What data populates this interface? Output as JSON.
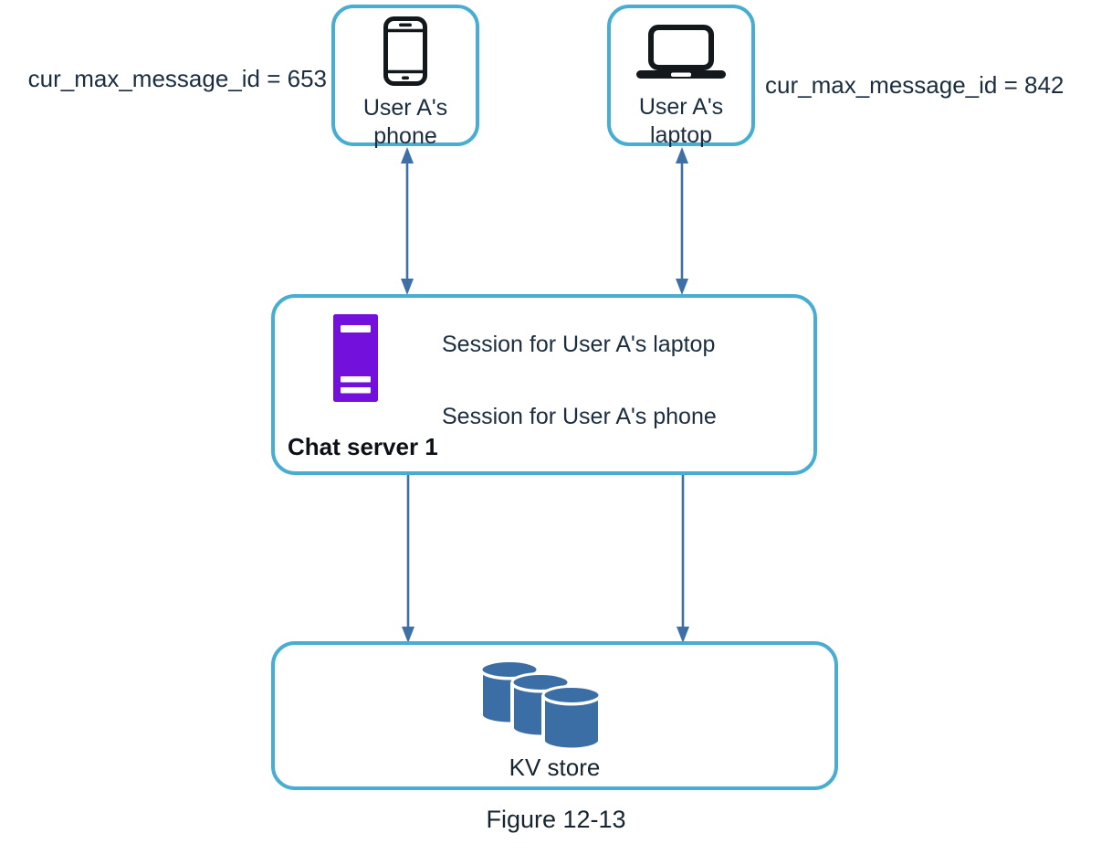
{
  "colors": {
    "box_border": "#48add2",
    "arrow": "#3e70a8",
    "server_icon": "#7410dc",
    "database_icon": "#3a6ea4",
    "text": "#1b2d3f",
    "device_icon": "#13181d"
  },
  "diagram": {
    "annotations": {
      "phone": "cur_max_message_id = 653",
      "laptop": "cur_max_message_id = 842"
    },
    "nodes": {
      "phone": {
        "label": "User A's phone"
      },
      "laptop": {
        "label": "User A's laptop"
      },
      "chat_server": {
        "label": "Chat server 1",
        "sessions": [
          "Session for User A's laptop",
          "Session for User A's phone"
        ]
      },
      "kv_store": {
        "label": "KV store"
      }
    },
    "caption": "Figure 12-13"
  }
}
